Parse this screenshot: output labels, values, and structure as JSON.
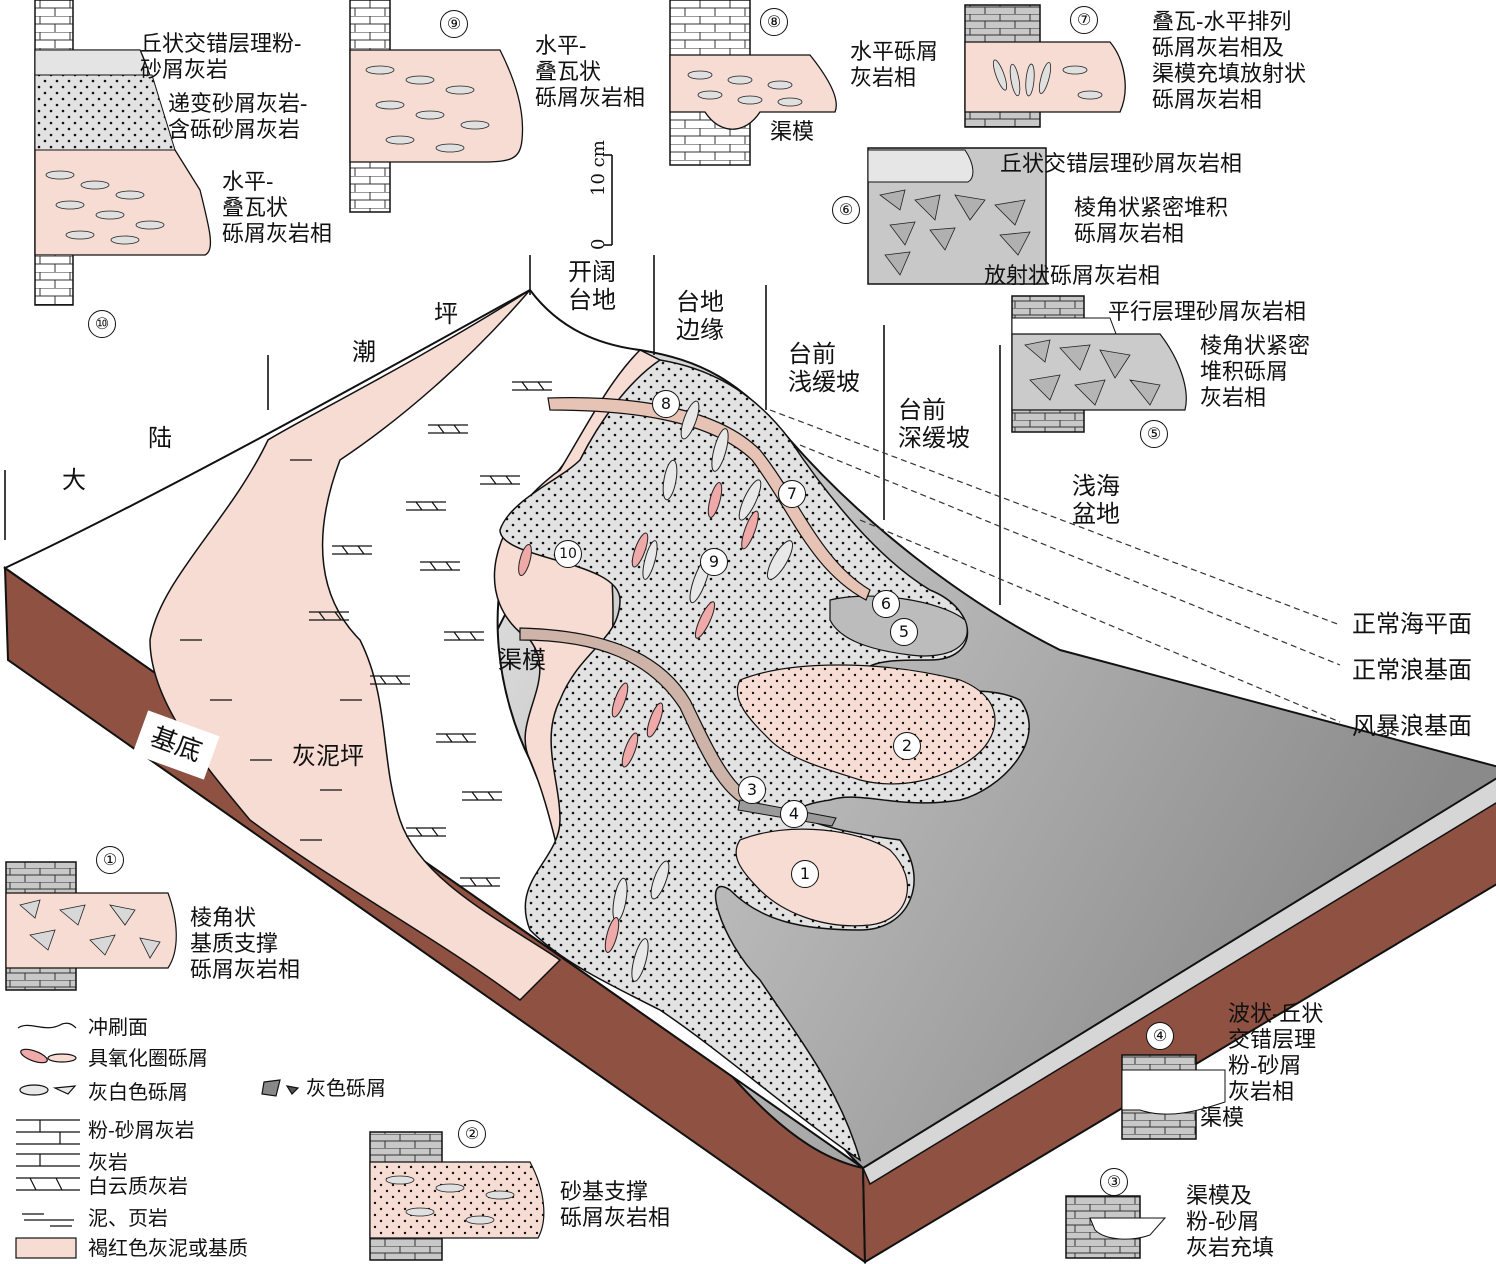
{
  "zones": {
    "dalu_a": "大",
    "dalu_b": "陆",
    "chaoping_a": "潮",
    "chaoping_b": "坪",
    "open_platform": "开阔\n台地",
    "platform_margin": "台地\n边缘",
    "shallow_slope": "台前\n浅缓坡",
    "deep_slope": "台前\n深缓坡",
    "basin": "浅海\n盆地",
    "lime_mud_flat": "灰泥坪",
    "basement": "基底",
    "channel": "渠模"
  },
  "levels": {
    "sea_level": "正常海平面",
    "wave_base": "正常浪基面",
    "storm_base": "风暴浪基面"
  },
  "scale": {
    "zero": "0",
    "ten": "10 cm"
  },
  "sections": {
    "s10": {
      "num": "⑩",
      "t1": "丘状交错层理粉-\n砂屑灰岩",
      "t2": "递变砂屑灰岩-\n含砾砂屑灰岩",
      "t3": "水平-\n叠瓦状\n砾屑灰岩相"
    },
    "s9": {
      "num": "⑨",
      "t1": "水平-\n叠瓦状\n砾屑灰岩相"
    },
    "s8": {
      "num": "⑧",
      "t1": "水平砾屑\n灰岩相",
      "t2": "渠模"
    },
    "s7": {
      "num": "⑦",
      "t1": "叠瓦-水平排列\n砾屑灰岩相及\n渠模充填放射状\n砾屑灰岩相"
    },
    "s6": {
      "num": "⑥",
      "t1": "丘状交错层理砂屑灰岩相",
      "t2": "棱角状紧密堆积\n砾屑灰岩相",
      "t3": "放射状砾屑灰岩相"
    },
    "s5": {
      "num": "⑤",
      "t1": "平行层理砂屑灰岩相",
      "t2": "棱角状紧密\n堆积砾屑\n灰岩相"
    },
    "s1": {
      "num": "①",
      "t1": "棱角状\n基质支撑\n砾屑灰岩相"
    },
    "s2": {
      "num": "②",
      "t1": "砂基支撑\n砾屑灰岩相"
    },
    "s4": {
      "num": "④",
      "t1": "波状-丘状\n交错层理\n粉-砂屑\n灰岩相",
      "t2": "渠模"
    },
    "s3": {
      "num": "③",
      "t1": "渠模及\n粉-砂屑\n灰岩充填"
    }
  },
  "map_numbers": [
    "1",
    "2",
    "3",
    "4",
    "5",
    "6",
    "7",
    "8",
    "9",
    "10"
  ],
  "legend": [
    {
      "icon": "scour-surface-icon",
      "label": "冲刷面"
    },
    {
      "icon": "oxidized-clast-icon",
      "label": "具氧化圈砾屑"
    },
    {
      "icon": "grey-white-clast-icon",
      "label": "灰白色砾屑"
    },
    {
      "icon": "grey-clast-icon",
      "label": "灰色砾屑"
    },
    {
      "icon": "silt-sand-limestone-icon",
      "label": "粉-砂屑灰岩"
    },
    {
      "icon": "limestone-icon",
      "label": "灰岩"
    },
    {
      "icon": "dolomitic-limestone-icon",
      "label": "白云质灰岩"
    },
    {
      "icon": "mud-shale-icon",
      "label": "泥、页岩"
    },
    {
      "icon": "reddish-matrix-icon",
      "label": "褐红色灰泥或基质"
    }
  ],
  "colors": {
    "basement": "#8e5142",
    "pink": "#f6dcd3",
    "grey_light": "#dcdcdc",
    "grey_basin": "#a8a8a8",
    "oxidized": "#f0a9a9"
  }
}
